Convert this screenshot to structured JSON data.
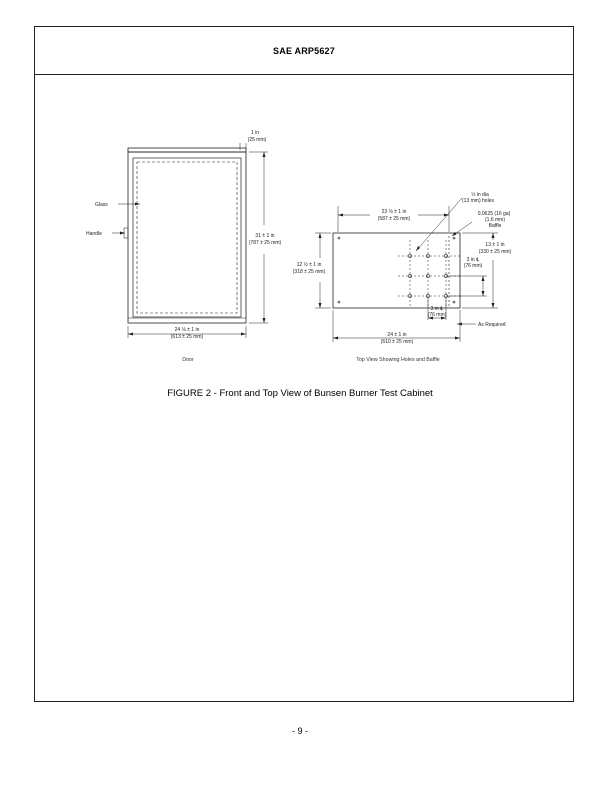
{
  "header": {
    "doc_id": "SAE ARP5627"
  },
  "figure": {
    "caption": "FIGURE 2 -  Front and Top View of Bunsen Burner Test Cabinet",
    "door": {
      "subtitle": "Door",
      "label_glass": "Glass",
      "label_handle": "Handle",
      "top_dim_1": "1 in",
      "top_dim_2": "(25 mm)",
      "height_dim_1": "31 ± 1 in",
      "height_dim_2": "(787 ± 25 mm)",
      "width_dim_1": "24 ⅛ ± 1 in",
      "width_dim_2": "(613 ± 25 mm)"
    },
    "top_view": {
      "subtitle": "Top View Showing Holes and Baffle",
      "holes_1": "½ in dia",
      "holes_2": "(13 mm) holes",
      "width_top_1": "23 ⅛ ± 1 in",
      "width_top_2": "(587 ± 25 mm)",
      "baffle_1": "0.0625 (16 ga)",
      "baffle_2": "(1.6 mm)",
      "baffle_3": "Baffle",
      "depth_left_1": "12 ½ ± 1 in",
      "depth_left_2": "(318 ± 25 mm)",
      "depth_right_1": "13 ± 1 in",
      "depth_right_2": "(330 ± 25 mm)",
      "spacing_right_1": "3 in ℄",
      "spacing_right_2": "(76 mm)",
      "spacing_bottom_1": "3 in ℄",
      "spacing_bottom_2": "(76 mm)",
      "width_bottom_1": "24 ± 1 in",
      "width_bottom_2": "(610 ± 25 mm)",
      "as_required": "As Required"
    }
  },
  "footer": {
    "page_number": "- 9 -"
  }
}
